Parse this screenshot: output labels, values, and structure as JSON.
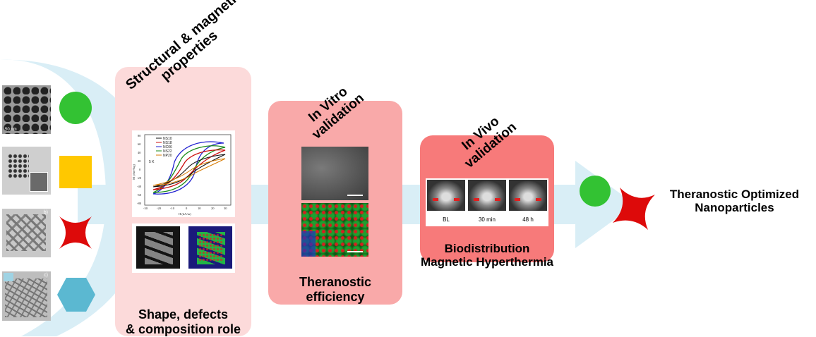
{
  "panels": {
    "structural": {
      "title": "Structural & magnetic\nproperties",
      "bottom": "Shape, defects\n& composition role",
      "color": "#fcdada"
    },
    "invitro": {
      "title": "In Vitro\nvalidation",
      "bottom": "Theranostic\nefficiency",
      "color": "#f9a9a9"
    },
    "invivo": {
      "title": "In Vivo\nvalidation",
      "bottom": "Biodistribution\nMagnetic Hyperthermia",
      "color": "#f77a7a"
    }
  },
  "hysteresis": {
    "legend": [
      "NS10",
      "NS18",
      "NC06",
      "NS22",
      "NP20"
    ],
    "ylabel": "M (Am²/kg)",
    "xlabel": "H (kA/m)",
    "temp": "5 K",
    "xticks": [
      "-30",
      "-20",
      "-10",
      "0",
      "10",
      "20",
      "30"
    ],
    "yticks": [
      "80",
      "60",
      "40",
      "20",
      "0",
      "-20",
      "-40",
      "-60",
      "-80"
    ]
  },
  "tem_labels": {
    "scale": "50 nm",
    "b": "b)",
    "c": "c)"
  },
  "invivo_times": [
    "BL",
    "30 min",
    "48 h"
  ],
  "result": "Theranostic Optimized\nNanoparticles",
  "colors": {
    "arrow": "#d9eef6",
    "circle": "#33c233",
    "square": "#ffc800",
    "star": "#dd0a0a",
    "hexagon": "#5bb8d1"
  }
}
